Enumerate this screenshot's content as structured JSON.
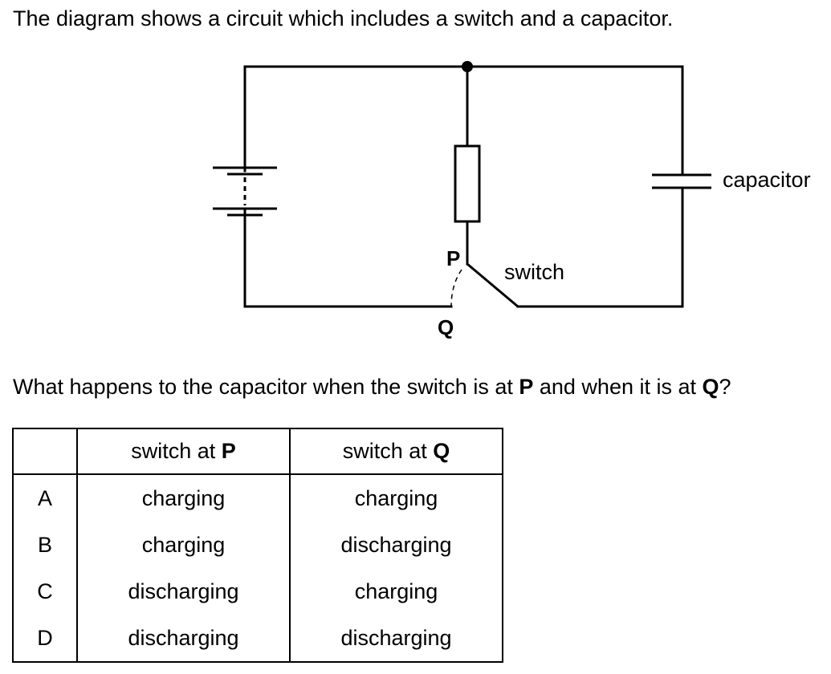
{
  "intro": "The diagram shows a circuit which includes a switch and a capacitor.",
  "diagram_labels": {
    "capacitor": "capacitor",
    "switch": "switch",
    "P": "P",
    "Q": "Q"
  },
  "question": {
    "prefix": "What happens to the capacitor when the switch is at ",
    "p": "P",
    "middle": " and when it is at ",
    "q": "Q",
    "suffix": "?"
  },
  "table": {
    "header": {
      "p_prefix": "switch at ",
      "p_label": "P",
      "q_prefix": "switch at ",
      "q_label": "Q"
    },
    "rows": [
      {
        "letter": "A",
        "p": "charging",
        "q": "charging"
      },
      {
        "letter": "B",
        "p": "charging",
        "q": "discharging"
      },
      {
        "letter": "C",
        "p": "discharging",
        "q": "charging"
      },
      {
        "letter": "D",
        "p": "discharging",
        "q": "discharging"
      }
    ]
  }
}
